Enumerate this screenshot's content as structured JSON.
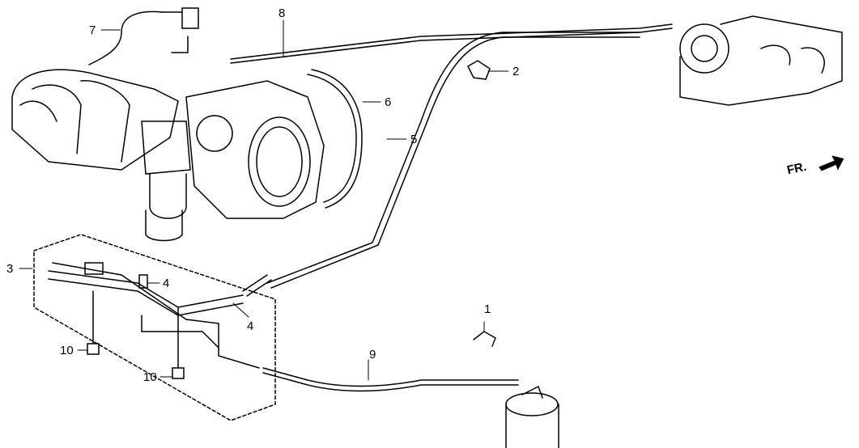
{
  "diagram": {
    "orientation_label": "FR.",
    "callouts": [
      {
        "id": "c7",
        "text": "7"
      },
      {
        "id": "c8",
        "text": "8"
      },
      {
        "id": "c2",
        "text": "2"
      },
      {
        "id": "c6",
        "text": "6"
      },
      {
        "id": "c5",
        "text": "5"
      },
      {
        "id": "c3",
        "text": "3"
      },
      {
        "id": "c4a",
        "text": "4"
      },
      {
        "id": "c4b",
        "text": "4"
      },
      {
        "id": "c1",
        "text": "1"
      },
      {
        "id": "c9",
        "text": "9"
      },
      {
        "id": "c10a",
        "text": "10"
      },
      {
        "id": "c10b",
        "text": "10"
      }
    ]
  }
}
